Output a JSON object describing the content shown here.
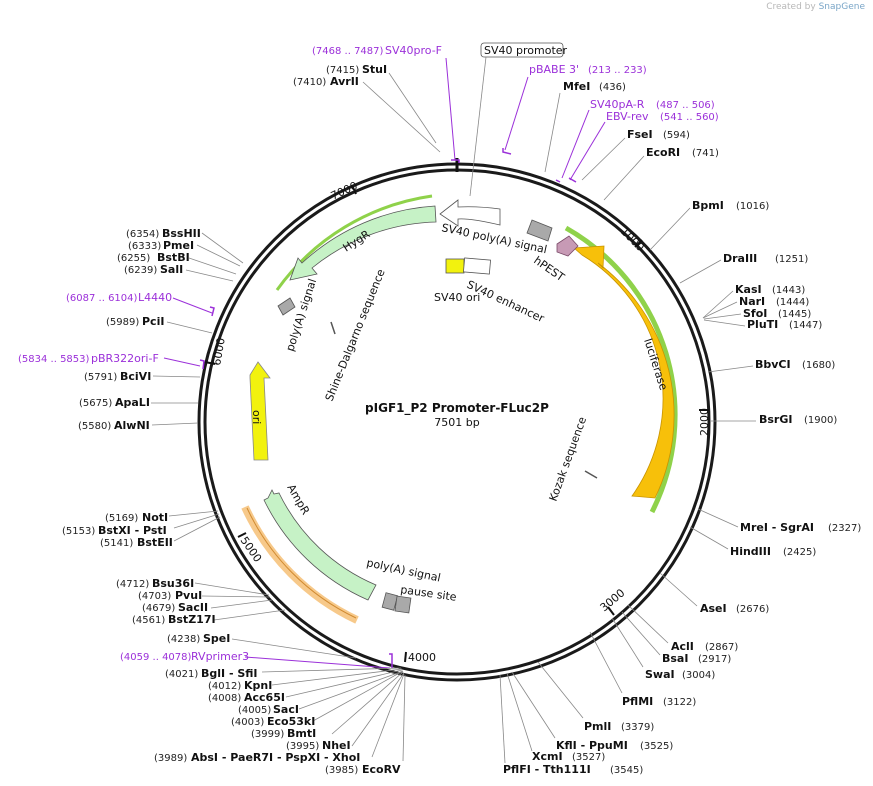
{
  "credit": {
    "prefix": "Created by",
    "brand": "SnapGene"
  },
  "plasmid": {
    "name": "pIGF1_P2 Promoter-FLuc2P",
    "length": "7501 bp"
  },
  "features": [
    {
      "label": "SV40 promoter",
      "boxed": true
    },
    {
      "label": "SV40 poly(A) signal"
    },
    {
      "label": "hPEST"
    },
    {
      "label": "SV40 enhancer"
    },
    {
      "label": "SV40 ori"
    },
    {
      "label": "HygR"
    },
    {
      "label": "poly(A) signal"
    },
    {
      "label": "Shine-Dalgarno sequence"
    },
    {
      "label": "luciferase"
    },
    {
      "label": "Kozak sequence"
    },
    {
      "label": "ori"
    },
    {
      "label": "AmpR"
    },
    {
      "label": "poly(A) signal"
    },
    {
      "label": "pause site"
    }
  ],
  "ticks": [
    "7000",
    "1000",
    "2000",
    "3000",
    "4000",
    "5000",
    "6000"
  ],
  "primers": [
    {
      "pos": "(7468 .. 7487)",
      "name": "SV40pro-F"
    },
    {
      "name": "pBABE 3'",
      "pos": "(213 .. 233)"
    },
    {
      "name": "SV40pA-R",
      "pos": "(487 .. 506)"
    },
    {
      "name": "EBV-rev",
      "pos": "(541 .. 560)"
    },
    {
      "pos": "(6087 .. 6104)",
      "name": "L4440"
    },
    {
      "pos": "(5834 .. 5853)",
      "name": "pBR322ori-F"
    },
    {
      "pos": "(4059 .. 4078)",
      "name": "RVprimer3"
    }
  ],
  "sites_right": [
    {
      "name": "MfeI",
      "pos": "(436)"
    },
    {
      "name": "FseI",
      "pos": "(594)"
    },
    {
      "name": "EcoRI",
      "pos": "(741)"
    },
    {
      "name": "BpmI",
      "pos": "(1016)"
    },
    {
      "name": "DraIII",
      "pos": "(1251)"
    },
    {
      "name": "KasI",
      "pos": "(1443)"
    },
    {
      "name": "NarI",
      "pos": "(1444)"
    },
    {
      "name": "SfoI",
      "pos": "(1445)"
    },
    {
      "name": "PluTI",
      "pos": "(1447)"
    },
    {
      "name": "BbvCI",
      "pos": "(1680)"
    },
    {
      "name": "BsrGI",
      "pos": "(1900)"
    },
    {
      "name": "MreI - SgrAI",
      "pos": "(2327)"
    },
    {
      "name": "HindIII",
      "pos": "(2425)"
    },
    {
      "name": "AseI",
      "pos": "(2676)"
    },
    {
      "name": "AclI",
      "pos": "(2867)"
    },
    {
      "name": "BsaI",
      "pos": "(2917)"
    },
    {
      "name": "SwaI",
      "pos": "(3004)"
    },
    {
      "name": "PflMI",
      "pos": "(3122)"
    },
    {
      "name": "PmlI",
      "pos": "(3379)"
    },
    {
      "name": "KflI - PpuMI",
      "pos": "(3525)"
    },
    {
      "name": "XcmI",
      "pos": "(3527)"
    },
    {
      "name": "PflFI - Tth111I",
      "pos": "(3545)"
    }
  ],
  "sites_left": [
    {
      "pos": "(7415)",
      "name": "StuI"
    },
    {
      "pos": "(7410)",
      "name": "AvrII"
    },
    {
      "pos": "(6354)",
      "name": "BssHII"
    },
    {
      "pos": "(6333)",
      "name": "PmeI"
    },
    {
      "pos": "(6255)",
      "name": "BstBI"
    },
    {
      "pos": "(6239)",
      "name": "SalI"
    },
    {
      "pos": "(5989)",
      "name": "PciI"
    },
    {
      "pos": "(5791)",
      "name": "BciVI"
    },
    {
      "pos": "(5675)",
      "name": "ApaLI"
    },
    {
      "pos": "(5580)",
      "name": "AlwNI"
    },
    {
      "pos": "(5169)",
      "name": "NotI"
    },
    {
      "pos": "(5153)",
      "name": "BstXI - PstI"
    },
    {
      "pos": "(5141)",
      "name": "BstEII"
    },
    {
      "pos": "(4712)",
      "name": "Bsu36I"
    },
    {
      "pos": "(4703)",
      "name": "PvuI"
    },
    {
      "pos": "(4679)",
      "name": "SacII"
    },
    {
      "pos": "(4561)",
      "name": "BstZ17I"
    },
    {
      "pos": "(4238)",
      "name": "SpeI"
    },
    {
      "pos": "(4021)",
      "name": "BglI - SfiI"
    },
    {
      "pos": "(4012)",
      "name": "KpnI"
    },
    {
      "pos": "(4008)",
      "name": "Acc65I"
    },
    {
      "pos": "(4005)",
      "name": "SacI"
    },
    {
      "pos": "(4003)",
      "name": "Eco53kI"
    },
    {
      "pos": "(3999)",
      "name": "BmtI"
    },
    {
      "pos": "(3995)",
      "name": "NheI"
    },
    {
      "pos": "(3989)",
      "name": "AbsI - PaeR7I - PspXI - XhoI"
    },
    {
      "pos": "(3985)",
      "name": "EcoRV"
    }
  ],
  "colors": {
    "backbone": "#1a1a1a",
    "primer": "#9b30d9",
    "luciferase": "#f7c00a",
    "ori": "#f2f20e",
    "hygr": "#c6f2c6",
    "ampr": "#c6f2c6",
    "ampr_glow": "#f7c98a",
    "glow_green": "#8fd24a",
    "grey_box": "#a9a9a9",
    "hpest": "#c79ab5"
  }
}
